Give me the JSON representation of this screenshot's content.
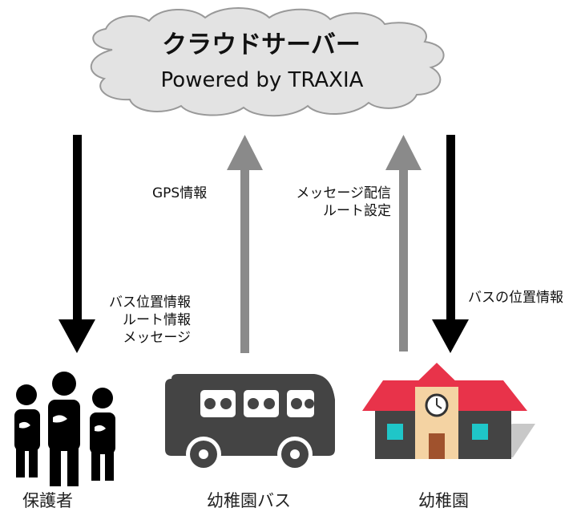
{
  "cloud": {
    "title": "クラウドサーバー",
    "subtitle": "Powered by TRAXIA"
  },
  "arrows": [
    {
      "id": "cloud-to-parents",
      "direction": "down",
      "color": "#000000",
      "labels": [
        "バス位置情報",
        "ルート情報",
        "メッセージ"
      ]
    },
    {
      "id": "bus-to-cloud",
      "direction": "up",
      "color": "#8a8a8a",
      "labels": [
        "GPS情報"
      ]
    },
    {
      "id": "kindergarten-to-cloud",
      "direction": "up",
      "color": "#8a8a8a",
      "labels": [
        "メッセージ配信",
        "ルート設定"
      ]
    },
    {
      "id": "cloud-to-kindergarten",
      "direction": "down",
      "color": "#000000",
      "labels": [
        "バスの位置情報"
      ]
    }
  ],
  "nodes": {
    "parents": {
      "caption": "保護者",
      "icon": "people-icon"
    },
    "bus": {
      "caption": "幼稚園バス",
      "icon": "bus-icon"
    },
    "kindergarten": {
      "caption": "幼稚園",
      "icon": "kindergarten-building-icon"
    }
  },
  "colors": {
    "cloud_fill": "#e3e3e3",
    "cloud_stroke": "#999999",
    "roof": "#e8334a",
    "wall": "#444444",
    "tower": "#f4d3a3",
    "window": "#1fc6c8",
    "door": "#a0522d",
    "shadow": "#c8c8c8"
  }
}
